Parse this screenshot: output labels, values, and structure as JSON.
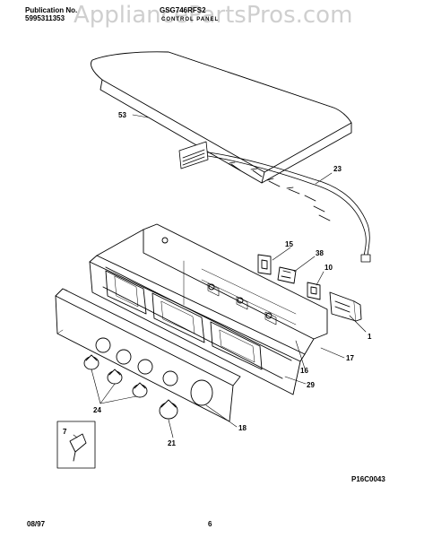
{
  "header": {
    "publication_label": "Publication No.",
    "publication_number": "5995311353",
    "model": "GSG746RFS2",
    "section_title": "CONTROL PANEL"
  },
  "watermark": "AppliancePartsPros.com",
  "callouts": [
    "53",
    "23",
    "15",
    "38",
    "10",
    "1",
    "17",
    "16",
    "29",
    "18",
    "24",
    "21",
    "7"
  ],
  "footer": {
    "date": "08/97",
    "page": "6",
    "figure_code": "P16C0043"
  }
}
